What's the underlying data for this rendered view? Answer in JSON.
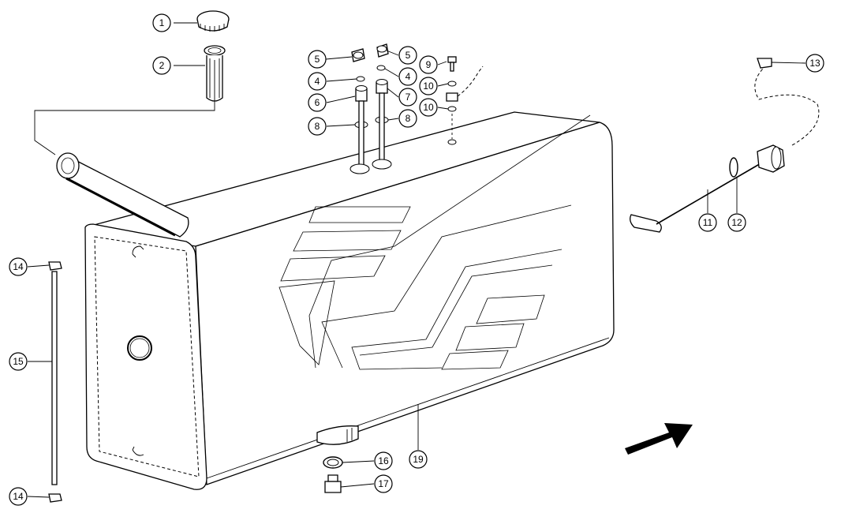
{
  "diagram": {
    "callouts": [
      {
        "id": "c1",
        "label": "1"
      },
      {
        "id": "c2",
        "label": "2"
      },
      {
        "id": "c4a",
        "label": "4"
      },
      {
        "id": "c4b",
        "label": "4"
      },
      {
        "id": "c5a",
        "label": "5"
      },
      {
        "id": "c5b",
        "label": "5"
      },
      {
        "id": "c6",
        "label": "6"
      },
      {
        "id": "c7",
        "label": "7"
      },
      {
        "id": "c8a",
        "label": "8"
      },
      {
        "id": "c8b",
        "label": "8"
      },
      {
        "id": "c9",
        "label": "9"
      },
      {
        "id": "c10a",
        "label": "10"
      },
      {
        "id": "c10b",
        "label": "10"
      },
      {
        "id": "c11",
        "label": "11"
      },
      {
        "id": "c12",
        "label": "12"
      },
      {
        "id": "c13",
        "label": "13"
      },
      {
        "id": "c14a",
        "label": "14"
      },
      {
        "id": "c14b",
        "label": "14"
      },
      {
        "id": "c15",
        "label": "15"
      },
      {
        "id": "c16",
        "label": "16"
      },
      {
        "id": "c17",
        "label": "17"
      },
      {
        "id": "c19",
        "label": "19"
      }
    ]
  }
}
